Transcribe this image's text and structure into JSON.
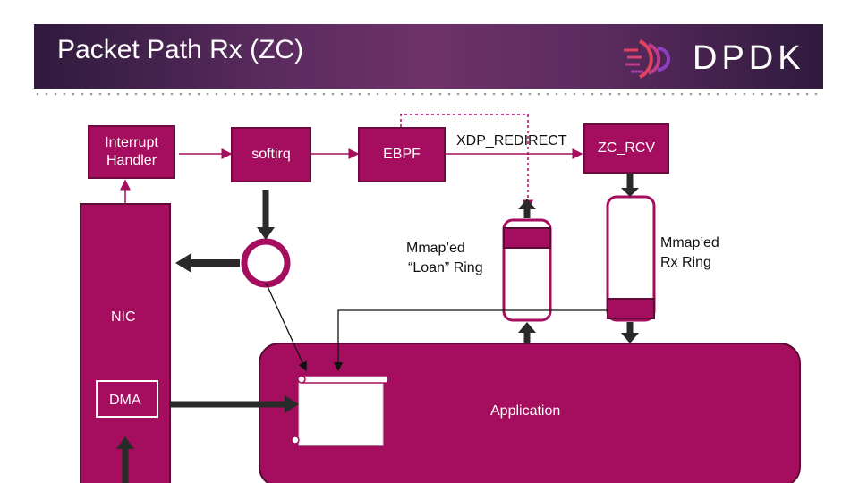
{
  "header": {
    "title": "Packet Path Rx (ZC)",
    "logo_text": "DPDK"
  },
  "nodes": {
    "interrupt_handler": "Interrupt\nHandler",
    "softirq": "softirq",
    "ebpf": "EBPF",
    "zc_rcv": "ZC_RCV",
    "nic": "NIC",
    "dma": "DMA",
    "application": "Application"
  },
  "labels": {
    "xdp_redirect": "XDP_REDIRECT",
    "loan_ring_line1": "Mmap’ed",
    "loan_ring_line2": "“Loan” Ring",
    "rx_ring_line1": "Mmap’ed",
    "rx_ring_line2": "Rx Ring"
  },
  "colors": {
    "accent": "#a50e5e",
    "header_bg": "#4a2350",
    "arrow": "#2a2a2a"
  }
}
